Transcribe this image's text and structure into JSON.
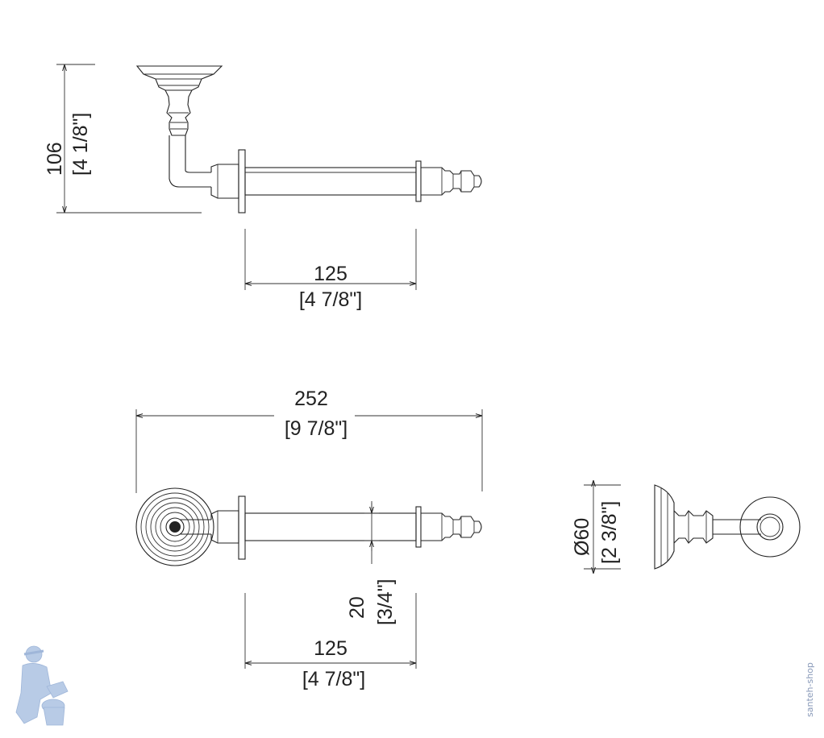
{
  "colors": {
    "line": "#222222",
    "mascot": "#b8cbe6",
    "watermark": "#8899b8"
  },
  "dimensions": {
    "side_height": {
      "mm": "106",
      "inch": "[4 1/8\"]"
    },
    "side_bar_length": {
      "mm": "125",
      "inch": "[4 7/8\"]"
    },
    "total_length": {
      "mm": "252",
      "inch": "[9 7/8\"]"
    },
    "bar_diameter": {
      "mm": "20",
      "inch": "[3/4\"]"
    },
    "front_bar_length": {
      "mm": "125",
      "inch": "[4 7/8\"]"
    },
    "rosette_diameter": {
      "mm": "Ø60",
      "inch": "[2 3/8\"]"
    }
  },
  "watermark": {
    "text": "santeh-shop",
    "icon": "plumber-mascot-icon"
  }
}
